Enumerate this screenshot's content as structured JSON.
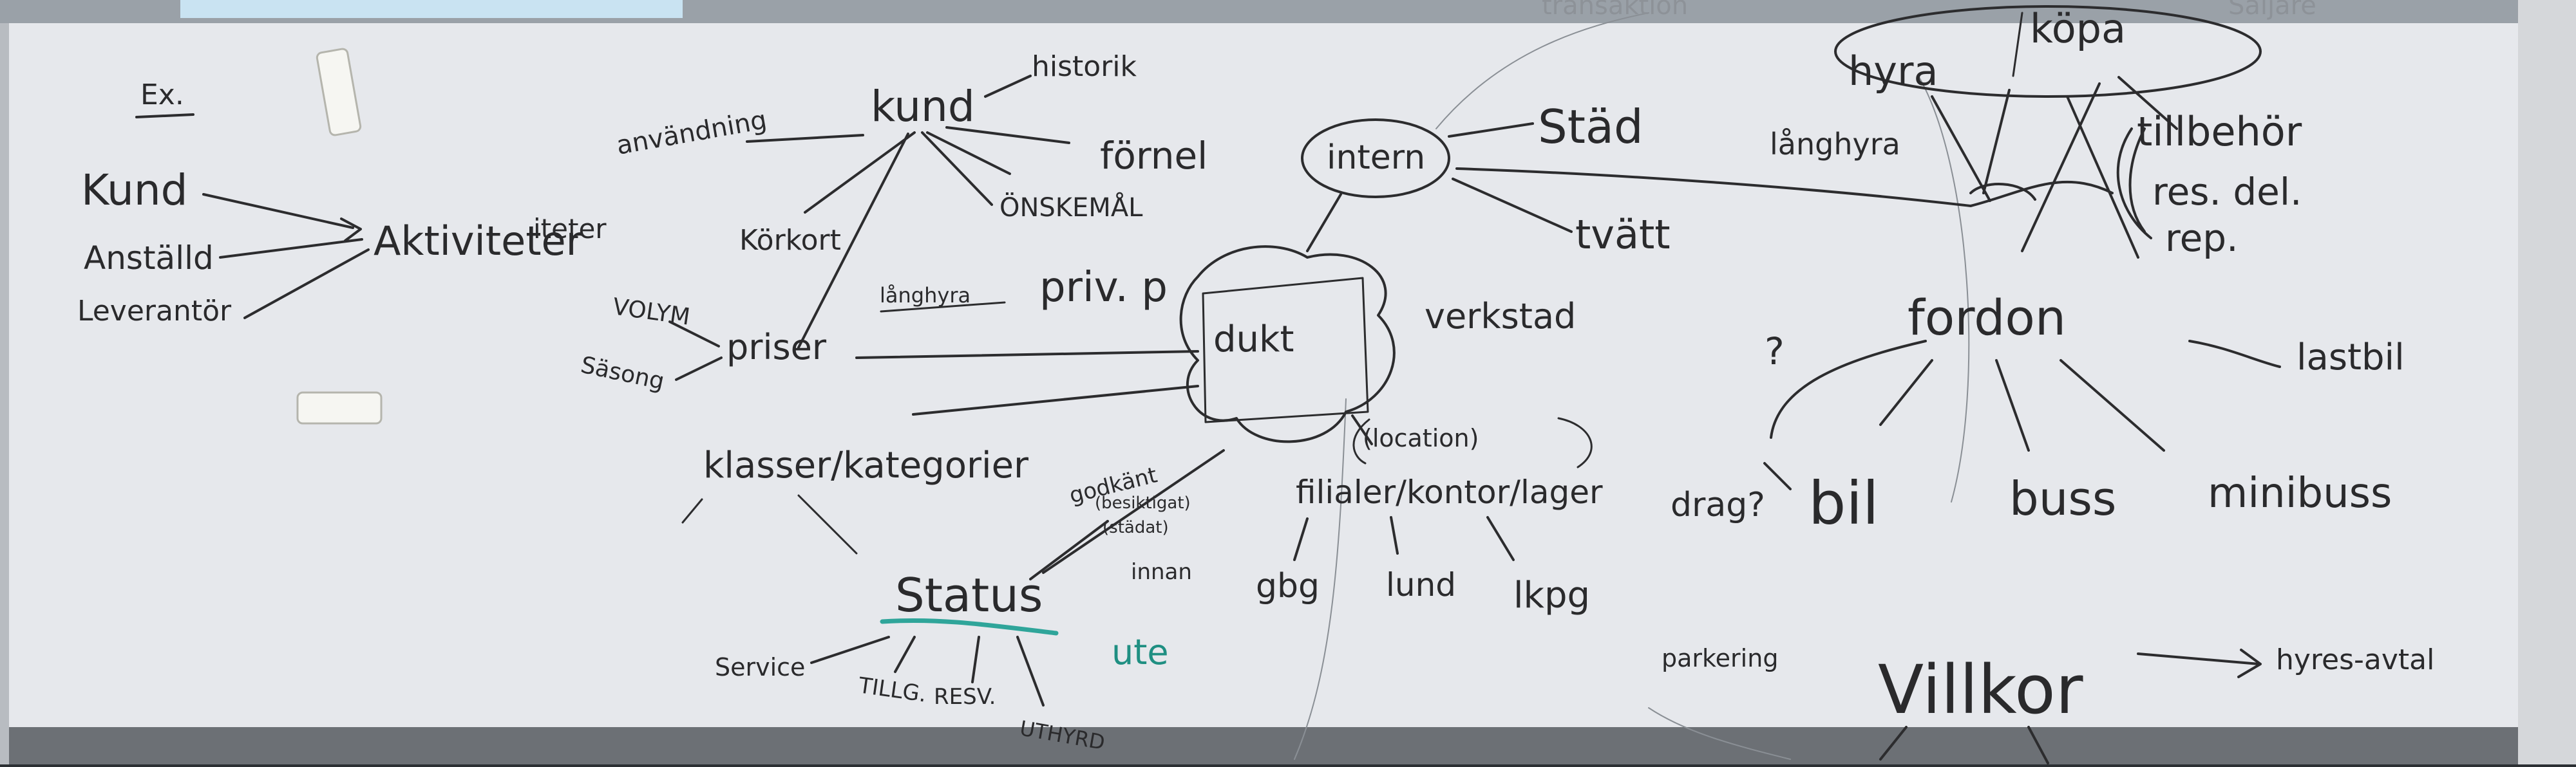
{
  "board": {
    "colors": {
      "board": "#e6e8ec",
      "ink": "#2a2a2c",
      "teal": "#1f8f82",
      "frame": "#bfc3c8"
    },
    "example": {
      "heading": "Ex.",
      "items": [
        "Kund",
        "Anställd",
        "Leverantör"
      ],
      "target": "Aktiviteter",
      "target_suffix": "iteter"
    },
    "kund": {
      "center": "kund",
      "branches": [
        "användning",
        "historik",
        "Körkort",
        "förnel",
        "ÖNSKEMÅL"
      ]
    },
    "priser": {
      "label": "priser",
      "volym": "VOLYM",
      "sasong": "Säsong",
      "langhyra": "långhyra",
      "priv": "priv. p"
    },
    "produkt": {
      "center": "dukt",
      "branches": [
        "intern",
        "Städ",
        "tvätt",
        "verkstad"
      ]
    },
    "klasser": {
      "label": "klasser/kategorier"
    },
    "status": {
      "label": "Status",
      "branches": [
        "godkänt",
        "(besiktigat)",
        "(städat)",
        "innan",
        "ute",
        "Service",
        "TILLG.",
        "RESV.",
        "UTHYRD"
      ]
    },
    "filialer": {
      "label": "filialer/kontor/lager",
      "location": "(location)",
      "cities": [
        "gbg",
        "lund",
        "lkpg"
      ]
    },
    "hyra_kopa": {
      "hyra": "hyra",
      "kopa": "köpa",
      "langhyra": "långhyra",
      "top": "transaktion",
      "top_right": "Säljare"
    },
    "tillbehor": {
      "items": [
        "tillbehör",
        "res. del.",
        "rep."
      ]
    },
    "fordon": {
      "label": "fordon",
      "question": "?",
      "items": [
        "bil",
        "buss",
        "minibuss",
        "lastbil"
      ],
      "drag": "drag?"
    },
    "villkor": {
      "label": "Villkor",
      "target": "hyres-avtal",
      "parkering": "parkering"
    }
  }
}
